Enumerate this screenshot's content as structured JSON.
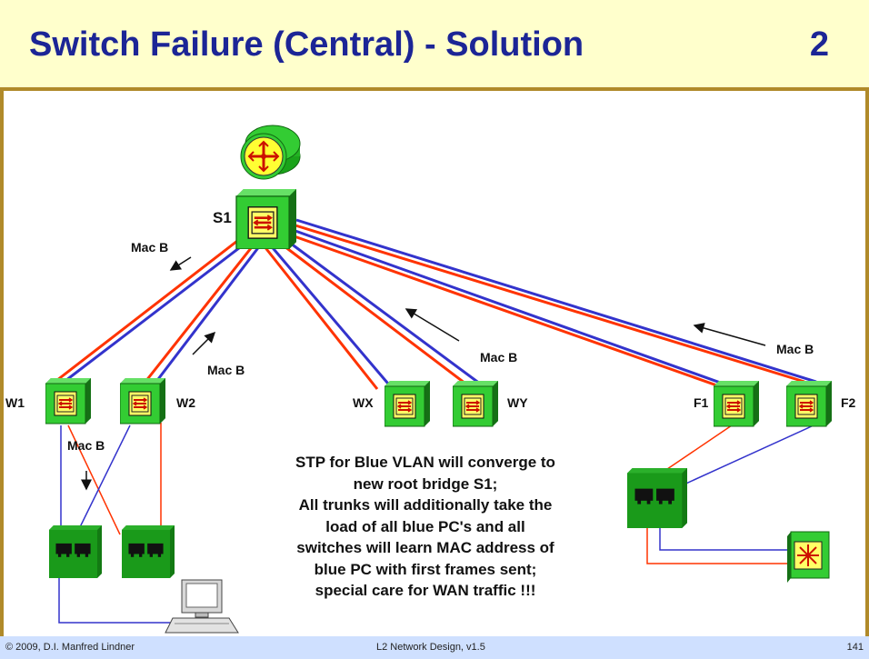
{
  "slide": {
    "title": "Switch Failure (Central) - Solution",
    "number": "2"
  },
  "labels": {
    "s1": "S1",
    "w1": "W1",
    "w2": "W2",
    "wx": "WX",
    "wy": "WY",
    "f1": "F1",
    "f2": "F2",
    "mac_left": "Mac B",
    "mac_w2": "Mac B",
    "mac_mid": "Mac B",
    "mac_right": "Mac B",
    "mac_w1": "Mac B"
  },
  "note": {
    "lines": [
      "STP for Blue VLAN will converge to",
      "new root bridge S1;",
      "All trunks will additionally take the",
      "load of all blue PC's  and all",
      "switches will learn MAC address of",
      "blue PC with first frames sent;",
      "special care for WAN traffic !!!"
    ]
  },
  "footer": {
    "copyright": "© 2009, D.I. Manfred Lindner",
    "course": "L2 Network Design, v1.5",
    "page": "141"
  },
  "colors": {
    "title": "#1c2596",
    "red_vlan": "#ff3300",
    "blue_vlan": "#3333cc",
    "switch_green": "#33cc33",
    "switch_face": "#ffff66"
  }
}
